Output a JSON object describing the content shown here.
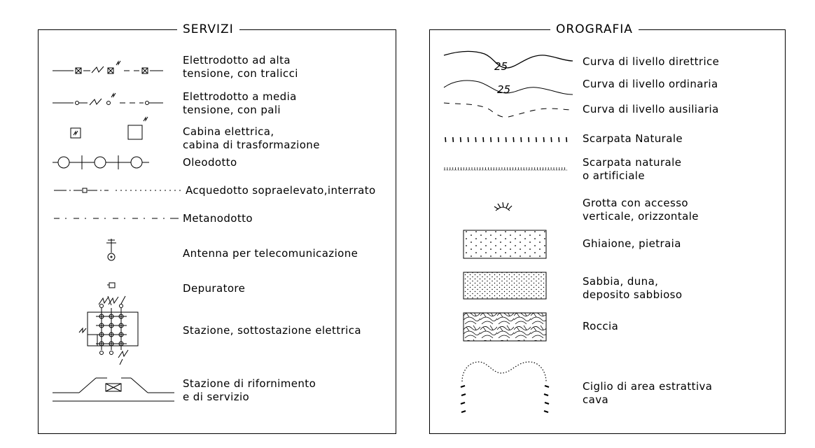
{
  "panels": {
    "servizi": {
      "title": "SERVIZI",
      "items": [
        {
          "label_1": "Elettrodotto ad alta",
          "label_2": "tensione, con tralicci"
        },
        {
          "label_1": "Elettrodotto a media",
          "label_2": "tensione, con pali"
        },
        {
          "label_1": "Cabina elettrica,",
          "label_2": "cabina di trasformazione"
        },
        {
          "label_1": "Oleodotto"
        },
        {
          "label_1": "Acquedotto sopraelevato,interrato"
        },
        {
          "label_1": "Metanodotto"
        },
        {
          "label_1": "Antenna per telecomunicazione"
        },
        {
          "label_1": "Depuratore"
        },
        {
          "label_1": "Stazione, sottostazione elettrica"
        },
        {
          "label_1": "Stazione di rifornimento",
          "label_2": "e di servizio"
        }
      ]
    },
    "orografia": {
      "title": "OROGRAFIA",
      "contour_value": "25",
      "items": [
        {
          "label_1": "Curva di livello direttrice"
        },
        {
          "label_1": "Curva di livello ordinaria"
        },
        {
          "label_1": "Curva di livello ausiliaria"
        },
        {
          "label_1": "Scarpata Naturale"
        },
        {
          "label_1": "Scarpata naturale",
          "label_2": "o artificiale"
        },
        {
          "label_1": "Grotta con accesso",
          "label_2": "verticale, orizzontale"
        },
        {
          "label_1": "Ghiaione, pietraia"
        },
        {
          "label_1": "Sabbia, duna,",
          "label_2": "deposito sabbioso"
        },
        {
          "label_1": "Roccia"
        },
        {
          "label_1": "Ciglio di area estrattiva",
          "label_2": "cava"
        }
      ]
    }
  }
}
